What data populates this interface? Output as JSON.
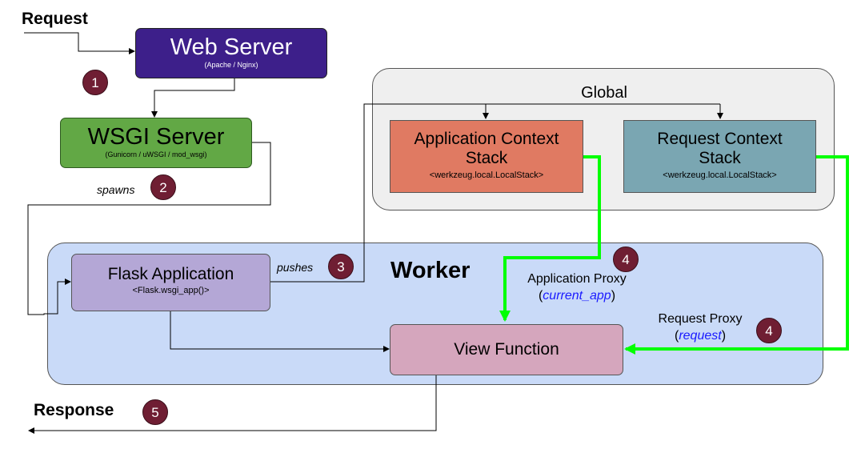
{
  "request_label": "Request",
  "response_label": "Response",
  "web_server": {
    "title": "Web Server",
    "subtitle": "(Apache / Nginx)"
  },
  "wsgi_server": {
    "title": "WSGI Server",
    "subtitle": "(Gunicorn / uWSGI / mod_wsgi)"
  },
  "spawns_label": "spawns",
  "pushes_label": "pushes",
  "global": {
    "title": "Global"
  },
  "app_context": {
    "line1": "Application Context",
    "line2": "Stack",
    "subtitle": "<werkzeug.local.LocalStack>"
  },
  "req_context": {
    "line1": "Request Context",
    "line2": "Stack",
    "subtitle": "<werkzeug.local.LocalStack>"
  },
  "worker": {
    "title": "Worker"
  },
  "flask_app": {
    "title": "Flask Application",
    "subtitle": "<Flask.wsgi_app()>"
  },
  "view_function": {
    "title": "View Function"
  },
  "app_proxy": {
    "label": "Application Proxy",
    "open": "(",
    "name": "current_app",
    "close": ")"
  },
  "req_proxy": {
    "label": "Request Proxy",
    "open": "(",
    "name": "request",
    "close": ")"
  },
  "badges": {
    "b1": "1",
    "b2": "2",
    "b3": "3",
    "b4a": "4",
    "b4b": "4",
    "b5": "5"
  },
  "colors": {
    "web_server": "#3d1f8a",
    "wsgi_server": "#62a845",
    "app_context": "#e07a62",
    "req_context": "#7aa6b2",
    "flask_app": "#b4a7d6",
    "view_function": "#d5a6bd",
    "worker": "#c9daf8",
    "global": "#efefef",
    "proxy_line": "#00ff00",
    "badge": "#6f1e33"
  }
}
